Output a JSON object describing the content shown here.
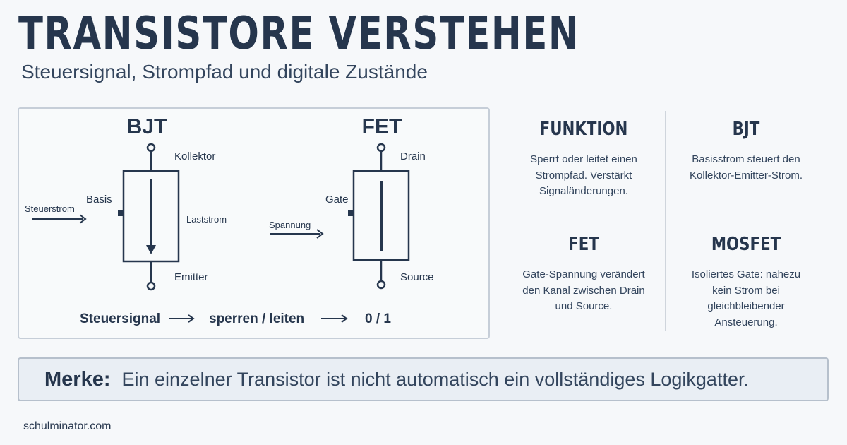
{
  "header": {
    "title": "TRANSISTORE VERSTEHEN",
    "subtitle": "Steuersignal, Strompfad und digitale Zustände"
  },
  "diagram": {
    "bjt": {
      "title": "BJT",
      "collector": "Kollektor",
      "base": "Basis",
      "emitter": "Emitter",
      "input": "Steuerstrom",
      "load": "Laststrom"
    },
    "fet": {
      "title": "FET",
      "drain": "Drain",
      "gate": "Gate",
      "source": "Source",
      "input": "Spannung"
    },
    "flow": [
      "Steuersignal",
      "sperren / leiten",
      "0 / 1"
    ]
  },
  "info_cells": [
    {
      "heading": "FUNKTION",
      "text": "Sperrt oder leitet einen Strompfad. Verstärkt Signaländerungen."
    },
    {
      "heading": "BJT",
      "text": "Basisstrom steuert den Kollektor-Emitter-Strom."
    },
    {
      "heading": "FET",
      "text": "Gate-Spannung verändert den Kanal zwischen Drain und Source."
    },
    {
      "heading": "MOSFET",
      "text": "Isoliertes Gate: nahezu kein Strom bei gleichbleibender Ansteuerung."
    }
  ],
  "note": {
    "label": "Merke:",
    "text": "Ein einzelner Transistor ist nicht automatisch ein vollständiges Logikgatter."
  },
  "footer": "schulminator.com",
  "colors": {
    "ink": "#26364d",
    "background": "#f6f8fa",
    "panel_border": "#c6ced8",
    "note_fill": "#e9eef4"
  }
}
